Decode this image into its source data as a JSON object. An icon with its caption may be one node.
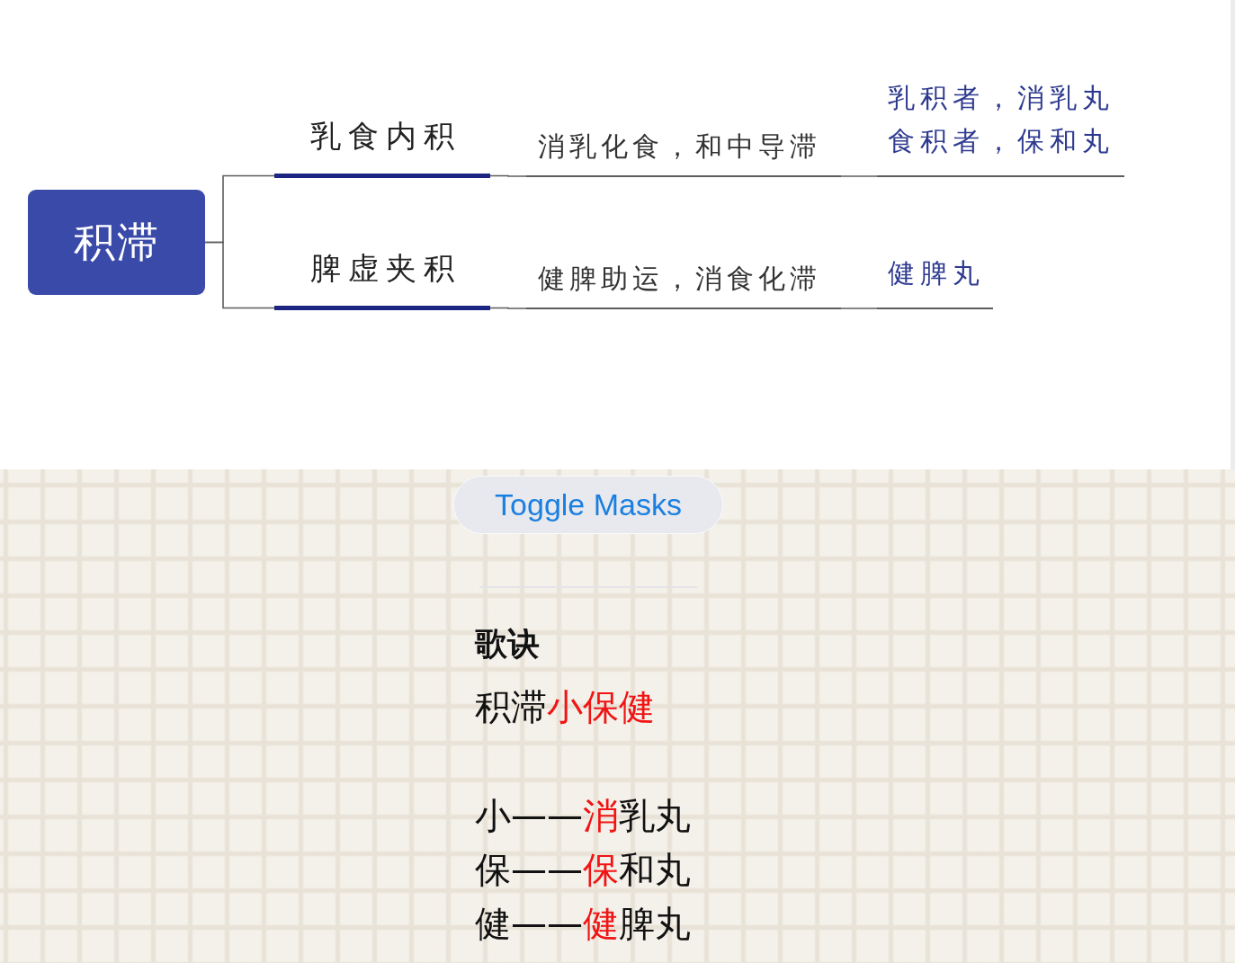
{
  "diagram": {
    "nodes": [
      {
        "text": [
          "积滞"
        ]
      },
      {
        "text": [
          "乳食内积"
        ]
      },
      {
        "text": [
          "消乳化食，和中导滞"
        ]
      },
      {
        "text": [
          "乳积者，消乳丸",
          "食积者，保和丸"
        ]
      },
      {
        "text": [
          "脾虚夹积"
        ]
      },
      {
        "text": [
          "健脾助运，消食化滞"
        ]
      },
      {
        "text": [
          "健脾丸"
        ]
      }
    ],
    "edges": [
      {
        "from": 0,
        "to": 1,
        "arrow": "none"
      },
      {
        "from": 1,
        "to": 2,
        "arrow": "none"
      },
      {
        "from": 2,
        "to": 3,
        "arrow": "none"
      },
      {
        "from": 0,
        "to": 4,
        "arrow": "none"
      },
      {
        "from": 4,
        "to": 5,
        "arrow": "none"
      },
      {
        "from": 5,
        "to": 6,
        "arrow": "none"
      }
    ],
    "labels": [
      "Toggle Masks",
      "歌诀",
      "积滞小保健",
      "小——消乳丸",
      "保——保和丸",
      "健——健脾丸"
    ]
  }
}
